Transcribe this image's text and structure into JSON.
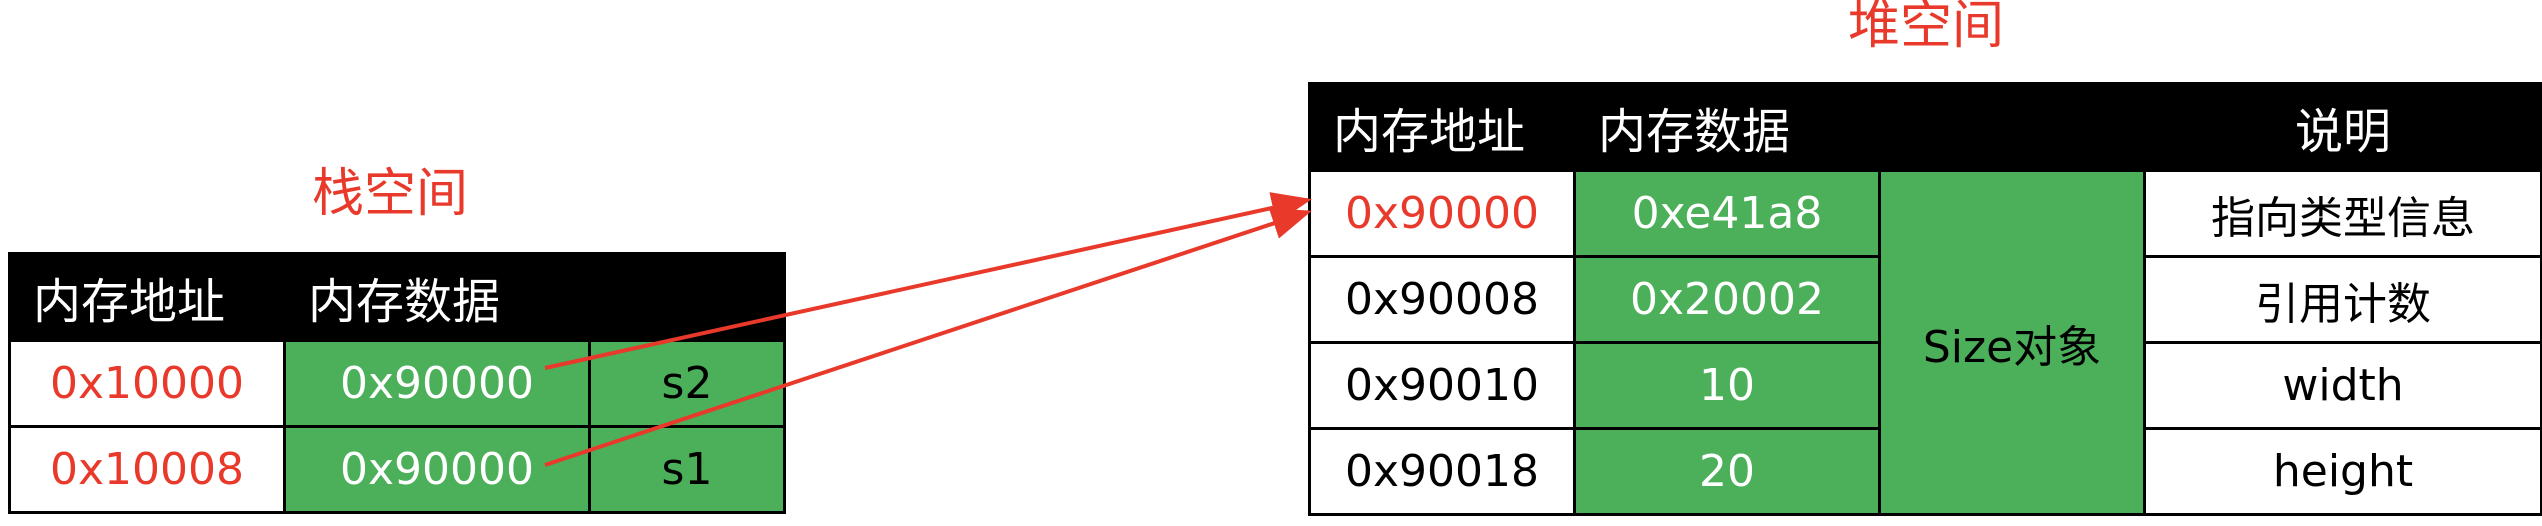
{
  "stack": {
    "title": "栈空间",
    "headers": [
      "内存地址",
      "内存数据",
      ""
    ],
    "rows": [
      {
        "address": "0x10000",
        "data": "0x90000",
        "var": "s2"
      },
      {
        "address": "0x10008",
        "data": "0x90000",
        "var": "s1"
      }
    ]
  },
  "heap": {
    "title": "堆空间",
    "headers": [
      "内存地址",
      "内存数据",
      "",
      "说明"
    ],
    "object_label": "Size对象",
    "rows": [
      {
        "address": "0x90000",
        "data": "0xe41a8",
        "desc": "指向类型信息"
      },
      {
        "address": "0x90008",
        "data": "0x20002",
        "desc": "引用计数"
      },
      {
        "address": "0x90010",
        "data": "10",
        "desc": "width"
      },
      {
        "address": "0x90018",
        "data": "20",
        "desc": "height"
      }
    ]
  },
  "colors": {
    "accent_red": "#e8392b",
    "cell_green": "#4caf5a",
    "header_black": "#000000"
  }
}
